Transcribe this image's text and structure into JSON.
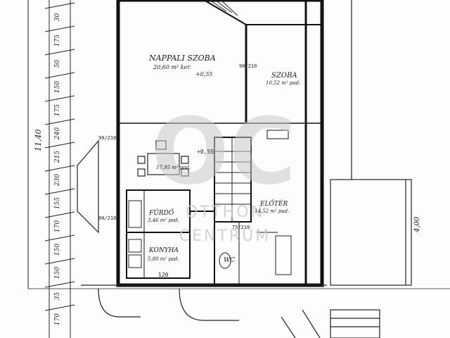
{
  "rooms": {
    "living": {
      "name": "NAPPALI SZOBA",
      "area": "20,60 m² ker.",
      "elev": "+0,55"
    },
    "room": {
      "name": "SZOBA",
      "area": "10,52 m² pad."
    },
    "dining": {
      "area": "17,95 m² pad."
    },
    "bath": {
      "name": "FÜRDŐ",
      "area": "3,46 m² pad."
    },
    "kitchen": {
      "name": "KONYHA",
      "area": "5,80 m² pad."
    },
    "wc": {
      "name": "WC"
    },
    "hall": {
      "name": "ELŐTÉR",
      "area": "14,52 m² pad."
    }
  },
  "dimensions_vertical": [
    "30",
    "175",
    "50",
    "150",
    "175",
    "240",
    "215",
    "230",
    "155",
    "170",
    "150",
    "150",
    "35",
    "170"
  ],
  "overall_height": "11,40",
  "right_dimension": "4,00",
  "bottom_dimension": "120",
  "misc_labels": {
    "stair_elev": "+0,55",
    "door_1": "90/210",
    "door_2": "90/210",
    "door_3": "90/210",
    "door_4": "75/210"
  },
  "watermark": {
    "monogram": "OC",
    "line1": "OTTHON",
    "line2": "CENTRUM"
  },
  "colors": {
    "ink": "#1a1a1a",
    "paper": "#fdfdfb",
    "watermark": "#c9c9c9"
  }
}
